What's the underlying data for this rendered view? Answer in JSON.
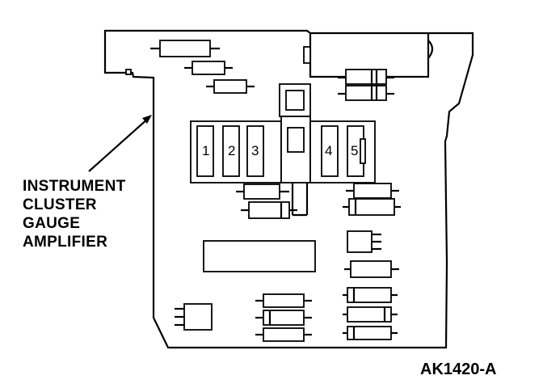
{
  "callout": {
    "lines": [
      "INSTRUMENT",
      "CLUSTER",
      "GAUGE",
      "AMPLIFIER"
    ]
  },
  "connectors": {
    "labels": [
      "1",
      "2",
      "3",
      "4",
      "5"
    ]
  },
  "figure_code": "AK1420-A"
}
